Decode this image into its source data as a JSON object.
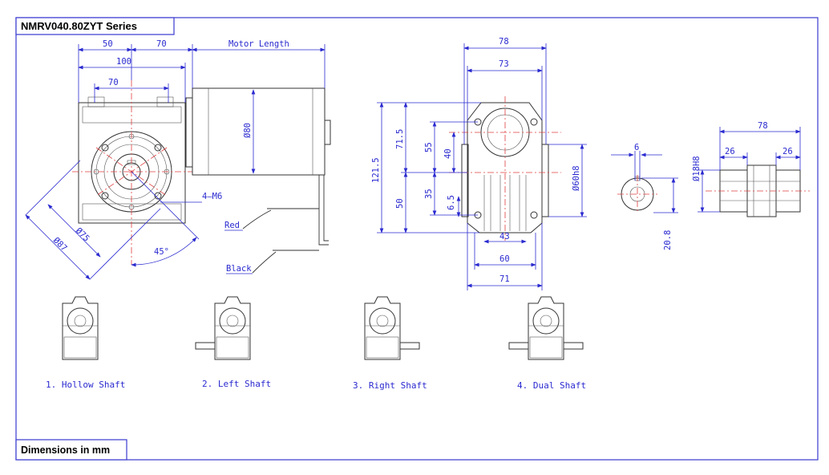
{
  "title": "NMRV040.80ZYT Series",
  "footer": "Dimensions in mm",
  "front_view": {
    "dim_50": "50",
    "dim_70_top": "70",
    "dim_100": "100",
    "dim_70_inner": "70",
    "motor_length": "Motor Length",
    "dia_80": "Ø80",
    "holes": "4—M6",
    "dia_87": "Ø87",
    "dia_75": "Ø75",
    "angle_45": "45°",
    "wire_red": "Red",
    "wire_black": "Black"
  },
  "side_view": {
    "dim_78": "78",
    "dim_73": "73",
    "dim_121_5": "121.5",
    "dim_71_5": "71.5",
    "dim_55": "55",
    "dim_40": "40",
    "dim_50": "50",
    "dim_35": "35",
    "dim_6_5": "6.5",
    "dia_60h8": "Ø60h8",
    "dim_43": "43",
    "dim_60": "60",
    "dim_71": "71"
  },
  "shaft_view": {
    "dim_6": "6",
    "dim_20_8": "20.8",
    "dia_18h8": "Ø18H8",
    "dim_78": "78",
    "dim_26_left": "26",
    "dim_26_right": "26"
  },
  "variants": [
    {
      "label": "1. Hollow Shaft"
    },
    {
      "label": "2. Left Shaft"
    },
    {
      "label": "3. Right Shaft"
    },
    {
      "label": "4. Dual Shaft"
    }
  ],
  "colors": {
    "frame": "#3a3ad0",
    "dimension": "#2a2ad0",
    "centerline": "#e04040",
    "outline": "#333333"
  }
}
